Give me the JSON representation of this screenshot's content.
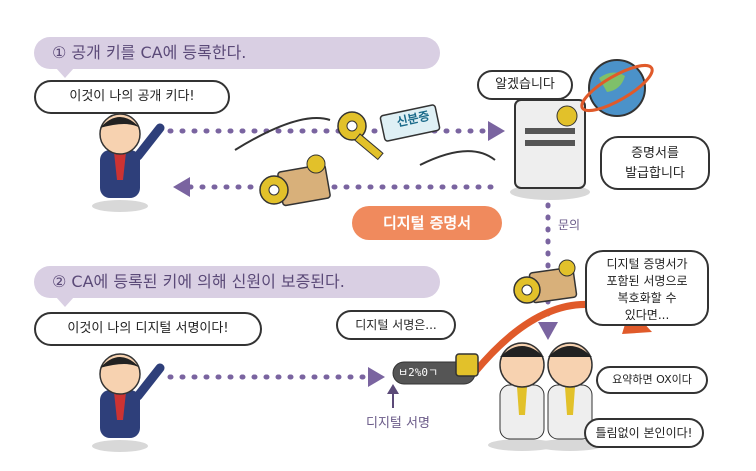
{
  "step1": "① 공개 키를 CA에 등록한다.",
  "step2": "② CA에 등록된 키에 의해 신원이 보증된다.",
  "speech_public_key": "이것이 나의 공개 키다!",
  "id_card": "신분증",
  "speech_ok": "알겠습니다",
  "speech_issue_line1": "증명서를",
  "speech_issue_line2": "발급합니다",
  "cert_label": "디지털 증명서",
  "inquiry": "문의",
  "speech_decrypt_line1": "디지털 증명서가",
  "speech_decrypt_line2": "포함된 서명으로",
  "speech_decrypt_line3": "복호화할 수",
  "speech_decrypt_line4": "있다면...",
  "speech_signature_line": "이것이 나의 디지털 서명이다!",
  "speech_signature_is": "디지털 서명은...",
  "signature_text": "ㅂ2%0ㄱ",
  "signature_label": "디지털 서명",
  "speech_summary": "요약하면 OX이다",
  "speech_identity": "틀림없이 본인이다!",
  "colors": {
    "banner": "#d9cfe3",
    "accent": "#f08a5d",
    "dots": "#7a64a0",
    "arrow": "#e05a2a"
  }
}
